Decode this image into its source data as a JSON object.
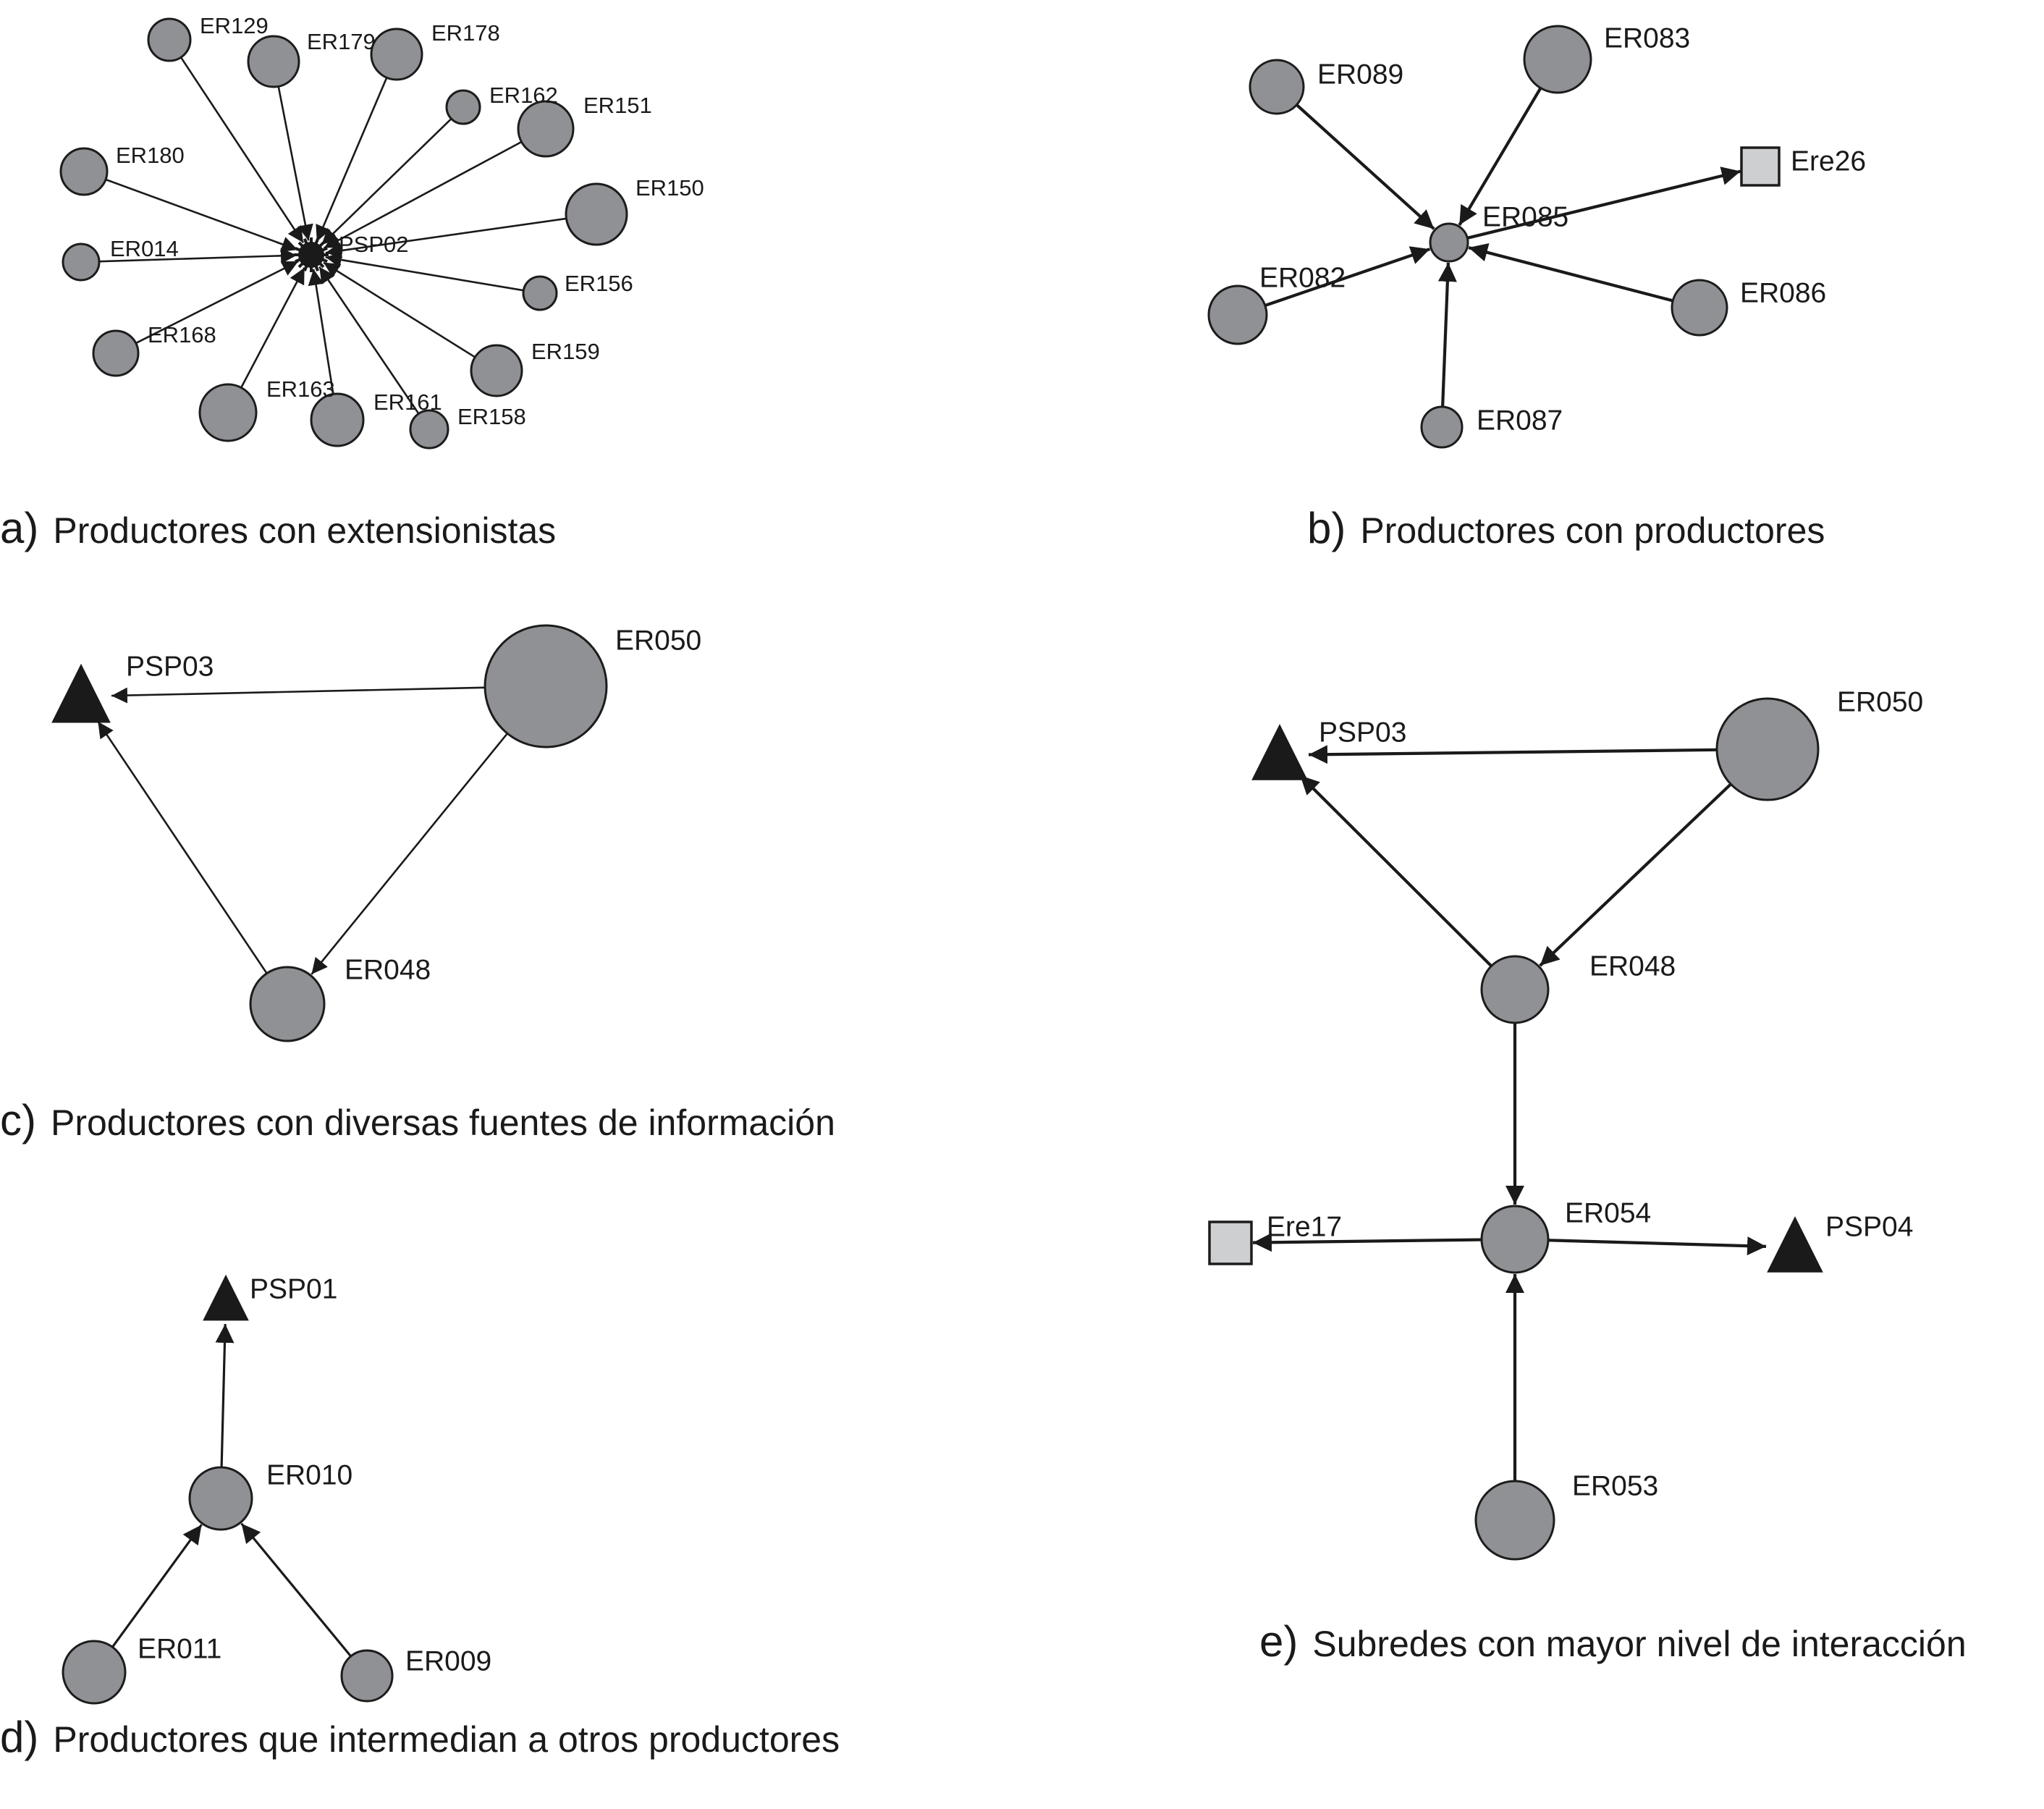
{
  "panels": [
    {
      "id": "a",
      "letter": "a)",
      "caption": "Productores con extensionistas",
      "nodes": [
        {
          "id": "PSP02",
          "label": "PSP02",
          "shape": "star"
        },
        {
          "id": "ER129",
          "label": "ER129",
          "shape": "circle"
        },
        {
          "id": "ER179",
          "label": "ER179",
          "shape": "circle"
        },
        {
          "id": "ER178",
          "label": "ER178",
          "shape": "circle"
        },
        {
          "id": "ER162",
          "label": "ER162",
          "shape": "circle"
        },
        {
          "id": "ER151",
          "label": "ER151",
          "shape": "circle"
        },
        {
          "id": "ER180",
          "label": "ER180",
          "shape": "circle"
        },
        {
          "id": "ER150",
          "label": "ER150",
          "shape": "circle"
        },
        {
          "id": "ER014",
          "label": "ER014",
          "shape": "circle"
        },
        {
          "id": "ER156",
          "label": "ER156",
          "shape": "circle"
        },
        {
          "id": "ER168",
          "label": "ER168",
          "shape": "circle"
        },
        {
          "id": "ER159",
          "label": "ER159",
          "shape": "circle"
        },
        {
          "id": "ER163",
          "label": "ER163",
          "shape": "circle"
        },
        {
          "id": "ER161",
          "label": "ER161",
          "shape": "circle"
        },
        {
          "id": "ER158",
          "label": "ER158",
          "shape": "circle"
        }
      ],
      "edges": [
        {
          "from": "ER129",
          "to": "PSP02"
        },
        {
          "from": "ER179",
          "to": "PSP02"
        },
        {
          "from": "ER178",
          "to": "PSP02"
        },
        {
          "from": "ER162",
          "to": "PSP02"
        },
        {
          "from": "ER151",
          "to": "PSP02"
        },
        {
          "from": "ER180",
          "to": "PSP02"
        },
        {
          "from": "ER150",
          "to": "PSP02"
        },
        {
          "from": "ER014",
          "to": "PSP02"
        },
        {
          "from": "ER156",
          "to": "PSP02"
        },
        {
          "from": "ER168",
          "to": "PSP02"
        },
        {
          "from": "ER159",
          "to": "PSP02"
        },
        {
          "from": "ER163",
          "to": "PSP02"
        },
        {
          "from": "ER161",
          "to": "PSP02"
        },
        {
          "from": "ER158",
          "to": "PSP02"
        }
      ]
    },
    {
      "id": "b",
      "letter": "b)",
      "caption": "Productores con productores",
      "nodes": [
        {
          "id": "ER085",
          "label": "ER085",
          "shape": "circle"
        },
        {
          "id": "ER089",
          "label": "ER089",
          "shape": "circle"
        },
        {
          "id": "ER083",
          "label": "ER083",
          "shape": "circle"
        },
        {
          "id": "Ere26",
          "label": "Ere26",
          "shape": "square"
        },
        {
          "id": "ER082",
          "label": "ER082",
          "shape": "circle"
        },
        {
          "id": "ER086",
          "label": "ER086",
          "shape": "circle"
        },
        {
          "id": "ER087",
          "label": "ER087",
          "shape": "circle"
        }
      ],
      "edges": [
        {
          "from": "ER089",
          "to": "ER085"
        },
        {
          "from": "ER083",
          "to": "ER085"
        },
        {
          "from": "ER085",
          "to": "Ere26"
        },
        {
          "from": "ER082",
          "to": "ER085"
        },
        {
          "from": "ER086",
          "to": "ER085"
        },
        {
          "from": "ER087",
          "to": "ER085"
        }
      ]
    },
    {
      "id": "c",
      "letter": "c)",
      "caption": "Productores con diversas fuentes de información",
      "nodes": [
        {
          "id": "PSP03",
          "label": "PSP03",
          "shape": "triangle"
        },
        {
          "id": "ER050",
          "label": "ER050",
          "shape": "circle"
        },
        {
          "id": "ER048",
          "label": "ER048",
          "shape": "circle"
        }
      ],
      "edges": [
        {
          "from": "ER050",
          "to": "PSP03"
        },
        {
          "from": "ER050",
          "to": "ER048"
        },
        {
          "from": "ER048",
          "to": "PSP03"
        }
      ]
    },
    {
      "id": "d",
      "letter": "d)",
      "caption": "Productores que intermedian a otros productores",
      "nodes": [
        {
          "id": "PSP01",
          "label": "PSP01",
          "shape": "triangle"
        },
        {
          "id": "ER010",
          "label": "ER010",
          "shape": "circle"
        },
        {
          "id": "ER011",
          "label": "ER011",
          "shape": "circle"
        },
        {
          "id": "ER009",
          "label": "ER009",
          "shape": "circle"
        }
      ],
      "edges": [
        {
          "from": "ER010",
          "to": "PSP01"
        },
        {
          "from": "ER011",
          "to": "ER010"
        },
        {
          "from": "ER009",
          "to": "ER010"
        }
      ]
    },
    {
      "id": "e",
      "letter": "e)",
      "caption": "Subredes con mayor nivel de interacción",
      "nodes": [
        {
          "id": "PSP03",
          "label": "PSP03",
          "shape": "triangle"
        },
        {
          "id": "ER050",
          "label": "ER050",
          "shape": "circle"
        },
        {
          "id": "ER048",
          "label": "ER048",
          "shape": "circle"
        },
        {
          "id": "ER054",
          "label": "ER054",
          "shape": "circle"
        },
        {
          "id": "Ere17",
          "label": "Ere17",
          "shape": "square"
        },
        {
          "id": "PSP04",
          "label": "PSP04",
          "shape": "triangle"
        },
        {
          "id": "ER053",
          "label": "ER053",
          "shape": "circle"
        }
      ],
      "edges": [
        {
          "from": "ER050",
          "to": "PSP03"
        },
        {
          "from": "ER050",
          "to": "ER048"
        },
        {
          "from": "ER048",
          "to": "PSP03"
        },
        {
          "from": "ER048",
          "to": "ER054"
        },
        {
          "from": "ER054",
          "to": "Ere17"
        },
        {
          "from": "ER054",
          "to": "PSP04"
        },
        {
          "from": "ER053",
          "to": "ER054"
        }
      ]
    }
  ]
}
